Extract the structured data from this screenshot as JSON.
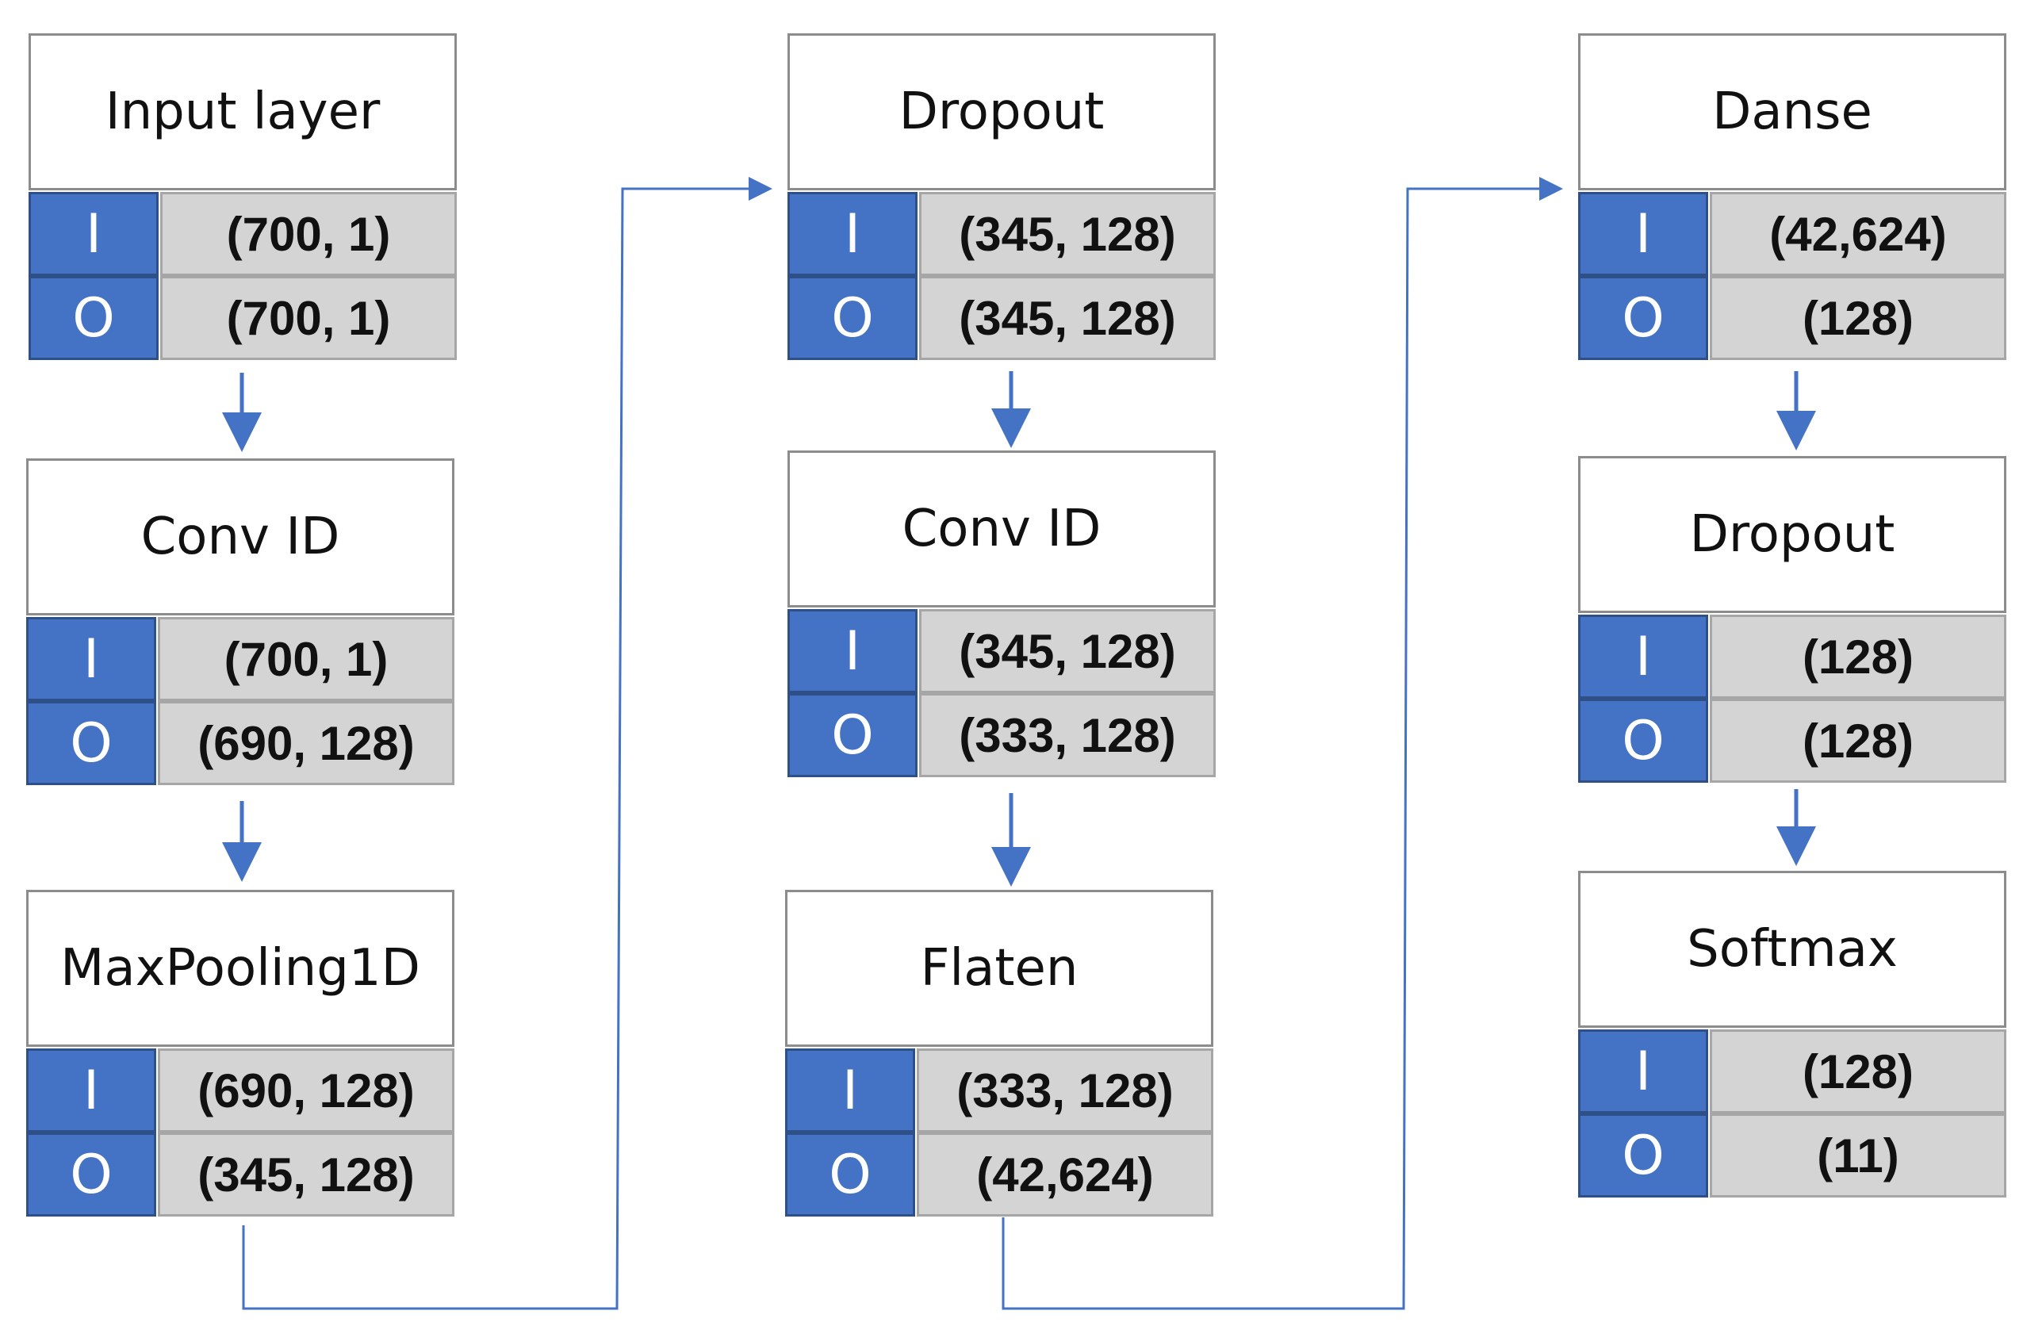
{
  "colors": {
    "io_key_fill": "#4472c4",
    "value_fill": "#d4d4d4",
    "connector": "#4472c4"
  },
  "columns": [
    {
      "layers": [
        {
          "name": "Input layer",
          "input_label": "I",
          "input_shape": "(700, 1)",
          "output_label": "O",
          "output_shape": "(700, 1)"
        },
        {
          "name": "Conv ID",
          "input_label": "I",
          "input_shape": "(700, 1)",
          "output_label": "O",
          "output_shape": "(690, 128)"
        },
        {
          "name": "MaxPooling1D",
          "input_label": "I",
          "input_shape": "(690, 128)",
          "output_label": "O",
          "output_shape": "(345, 128)"
        }
      ]
    },
    {
      "layers": [
        {
          "name": "Dropout",
          "input_label": "I",
          "input_shape": "(345, 128)",
          "output_label": "O",
          "output_shape": "(345, 128)"
        },
        {
          "name": "Conv ID",
          "input_label": "I",
          "input_shape": "(345, 128)",
          "output_label": "O",
          "output_shape": "(333, 128)"
        },
        {
          "name": "Flaten",
          "input_label": "I",
          "input_shape": "(333, 128)",
          "output_label": "O",
          "output_shape": "(42,624)"
        }
      ]
    },
    {
      "layers": [
        {
          "name": "Danse",
          "input_label": "I",
          "input_shape": "(42,624)",
          "output_label": "O",
          "output_shape": "(128)"
        },
        {
          "name": "Dropout",
          "input_label": "I",
          "input_shape": "(128)",
          "output_label": "O",
          "output_shape": "(128)"
        },
        {
          "name": "Softmax",
          "input_label": "I",
          "input_shape": "(128)",
          "output_label": "O",
          "output_shape": "(11)"
        }
      ]
    }
  ]
}
